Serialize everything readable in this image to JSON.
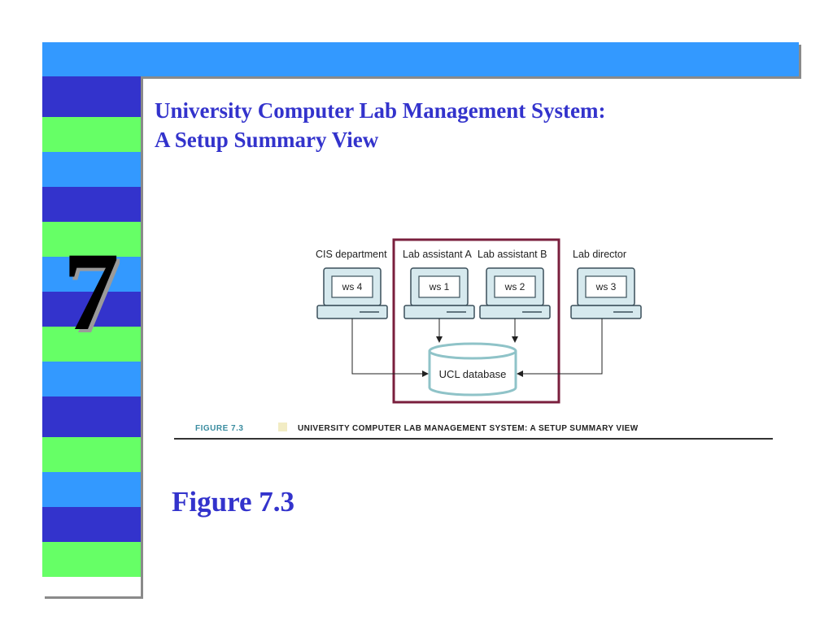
{
  "slide": {
    "chapter_number": "7",
    "title_line1": "University Computer Lab Management System:",
    "title_line2": "A Setup Summary View",
    "figure_label": "Figure 7.3"
  },
  "colors": {
    "top_bar": "#3399ff",
    "stripe_dark": "#3333cc",
    "stripe_green": "#66ff66",
    "stripe_light": "#3399ff",
    "title": "#3333cc",
    "highlight_box": "#7a1f3d",
    "database": "#8fc3c8"
  },
  "sidebar_stripes": [
    "dark",
    "green",
    "light",
    "dark",
    "green",
    "light",
    "dark",
    "green",
    "light",
    "dark",
    "green",
    "light",
    "dark",
    "green"
  ],
  "diagram": {
    "stations": [
      {
        "role": "CIS department",
        "ws": "ws 4"
      },
      {
        "role": "Lab assistant A",
        "ws": "ws 1"
      },
      {
        "role": "Lab assistant B",
        "ws": "ws 2"
      },
      {
        "role": "Lab director",
        "ws": "ws 3"
      }
    ],
    "database_label": "UCL database",
    "caption_number": "FIGURE 7.3",
    "caption_text": "UNIVERSITY COMPUTER LAB MANAGEMENT SYSTEM: A SETUP SUMMARY VIEW"
  }
}
